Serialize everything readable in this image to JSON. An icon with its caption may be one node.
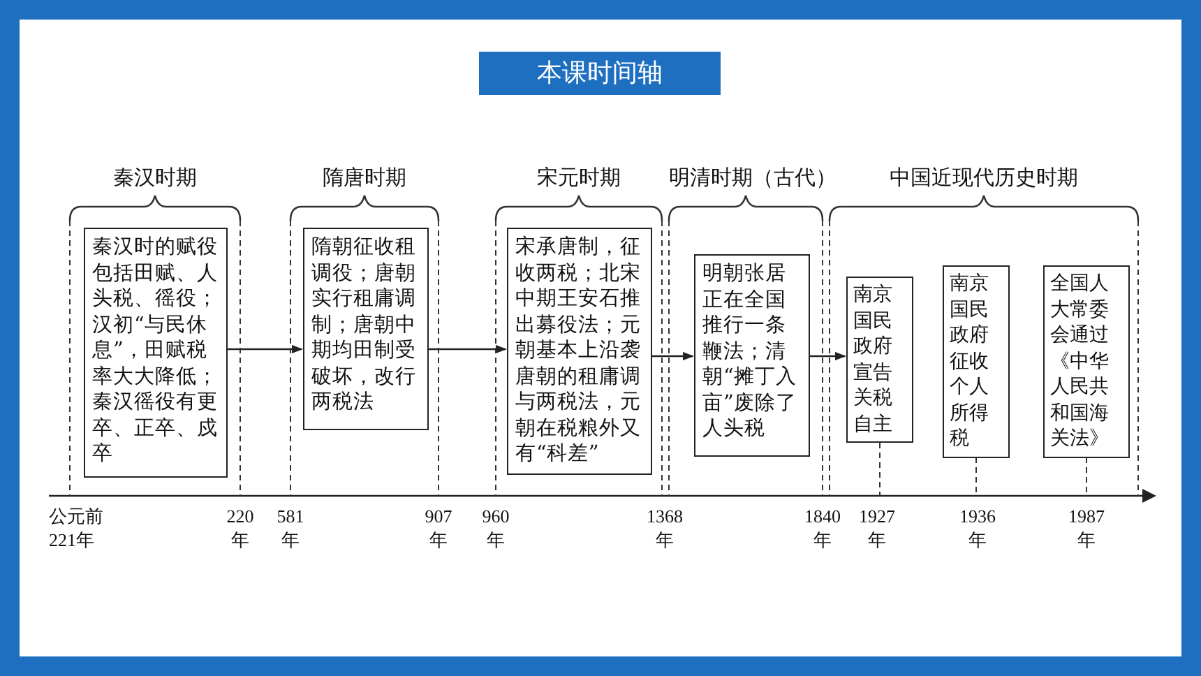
{
  "diagram": {
    "title": "本课时间轴",
    "nodes": [
      {
        "text": [
          "秦汉时期"
        ]
      },
      {
        "text": [
          "秦汉时的赋役包括田赋、人头税、徭役；汉初“与民休息”，田赋税率大大降低；秦汉徭役有更卒、正卒、戍卒"
        ],
        "in": 0
      },
      {
        "text": [
          "隋唐时期"
        ]
      },
      {
        "text": [
          "隋朝征收租调役；唐朝实行租庸调制；唐朝中期均田制受破坏，改行两税法"
        ],
        "in": 2
      },
      {
        "text": [
          "宋元时期"
        ]
      },
      {
        "text": [
          "宋承唐制，征收两税；北宋中期王安石推出募役法；元朝基本上沿袭唐朝的租庸调与两税法，元朝在税粮外又有“科差”"
        ],
        "in": 4
      },
      {
        "text": [
          "明清时期（古代）"
        ]
      },
      {
        "text": [
          "明朝张居正在全国推行一条鞭法；清朝“摊丁入亩”废除了人头税"
        ],
        "in": 6
      },
      {
        "text": [
          "中国近现代历史时期"
        ]
      },
      {
        "text": [
          "南京国民政府宣告关税自主"
        ],
        "in": 8
      },
      {
        "text": [
          "南京国民政府征收个人所得税"
        ],
        "in": 8
      },
      {
        "text": [
          "全国人大常委会通过《中华人民共和国海关法》"
        ],
        "in": 8
      }
    ],
    "edges": [
      {
        "from": 1,
        "to": 3,
        "arrow": "to"
      },
      {
        "from": 3,
        "to": 5,
        "arrow": "to"
      },
      {
        "from": 5,
        "to": 7,
        "arrow": "to"
      },
      {
        "from": 7,
        "to": 9,
        "arrow": "to"
      }
    ],
    "labels": [
      "公元前 221年",
      "220 年",
      "581 年",
      "907 年",
      "960 年",
      "1368 年",
      "1840 年",
      "1927 年",
      "1936 年",
      "1987 年"
    ]
  }
}
